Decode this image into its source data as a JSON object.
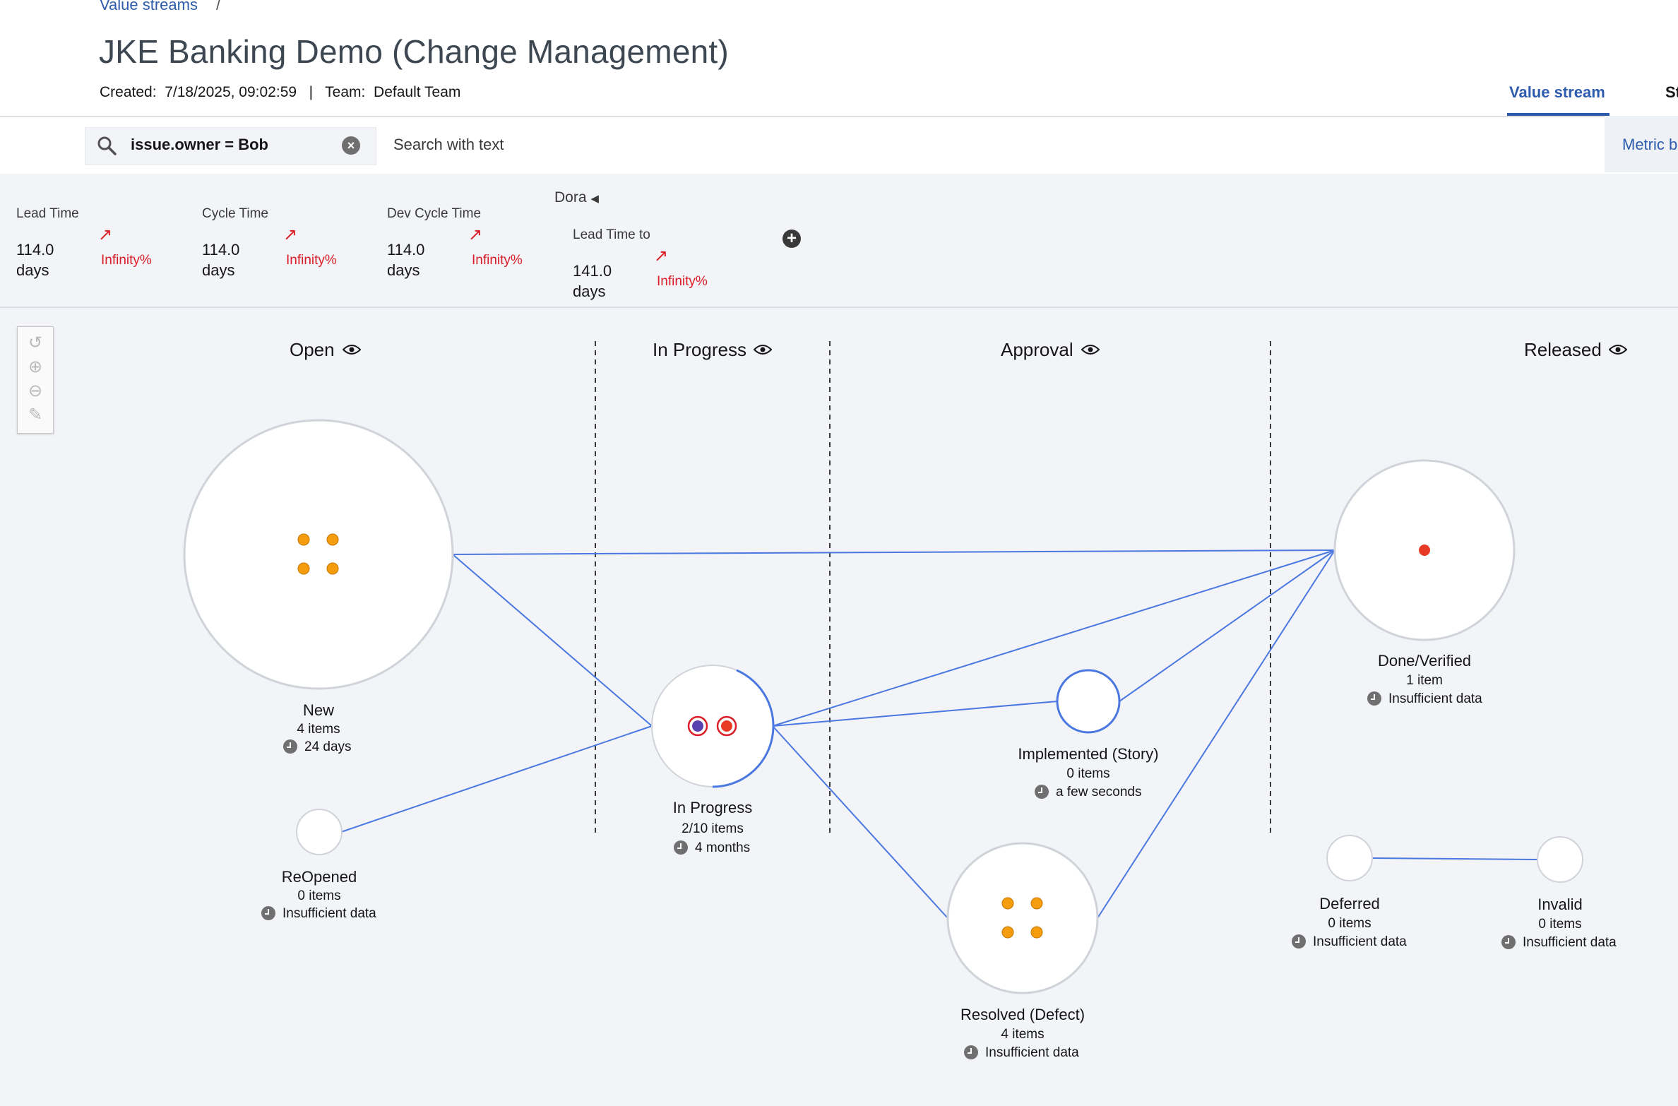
{
  "breadcrumb": {
    "link": "Value streams",
    "separator": "/"
  },
  "page": {
    "title": "JKE Banking Demo (Change Management)"
  },
  "meta": {
    "created_label": "Created:",
    "created_value": "7/18/2025, 09:02:59",
    "divider": "|",
    "team_label": "Team:",
    "team_value": "Default Team"
  },
  "tabs": {
    "value_stream": "Value stream",
    "next_partial": "St"
  },
  "search": {
    "query": "issue.owner = Bob",
    "clear": "×",
    "text_placeholder": "Search with text"
  },
  "metric_button": {
    "label": "Metric b"
  },
  "metrics": [
    {
      "label": "Lead Time",
      "value_line1": "114.0",
      "value_line2": "days",
      "trend": "↗",
      "change": "Infinity%"
    },
    {
      "label": "Cycle Time",
      "value_line1": "114.0",
      "value_line2": "days",
      "trend": "↗",
      "change": "Infinity%"
    },
    {
      "label": "Dev Cycle Time",
      "value_line1": "114.0",
      "value_line2": "days",
      "trend": "↗",
      "change": "Infinity%"
    },
    {
      "label": "Lead Time to",
      "value_line1": "141.0",
      "value_line2": "days",
      "trend": "↗",
      "change": "Infinity%"
    }
  ],
  "dora": {
    "label": "Dora",
    "caret": "◀"
  },
  "add_metric": {
    "symbol": "+"
  },
  "toolbar": {
    "undo": "↺",
    "zoom_in": "⊕",
    "zoom_out": "⊖",
    "edit": "✎"
  },
  "stages": [
    {
      "name": "Open"
    },
    {
      "name": "In Progress"
    },
    {
      "name": "Approval"
    },
    {
      "name": "Released"
    }
  ],
  "nodes": {
    "new": {
      "name": "New",
      "count": "4 items",
      "time": "24 days"
    },
    "reopened": {
      "name": "ReOpened",
      "count": "0 items",
      "time": "Insufficient data"
    },
    "in_progress": {
      "name": "In Progress",
      "count": "2/10 items",
      "time": "4 months"
    },
    "implemented": {
      "name": "Implemented (Story)",
      "count": "0 items",
      "time": "a few seconds"
    },
    "resolved": {
      "name": "Resolved (Defect)",
      "count": "4 items",
      "time": "Insufficient data"
    },
    "done": {
      "name": "Done/Verified",
      "count": "1 item",
      "time": "Insufficient data"
    },
    "deferred": {
      "name": "Deferred",
      "count": "0 items",
      "time": "Insufficient data"
    },
    "invalid": {
      "name": "Invalid",
      "count": "0 items",
      "time": "Insufficient data"
    }
  },
  "colors": {
    "accent": "#2e5cad",
    "edge": "#4a78e0",
    "negative": "#da1e28",
    "dot_orange": "#f59d0e",
    "dot_red": "#e83b25",
    "dot_purple": "#5a3fb0"
  }
}
